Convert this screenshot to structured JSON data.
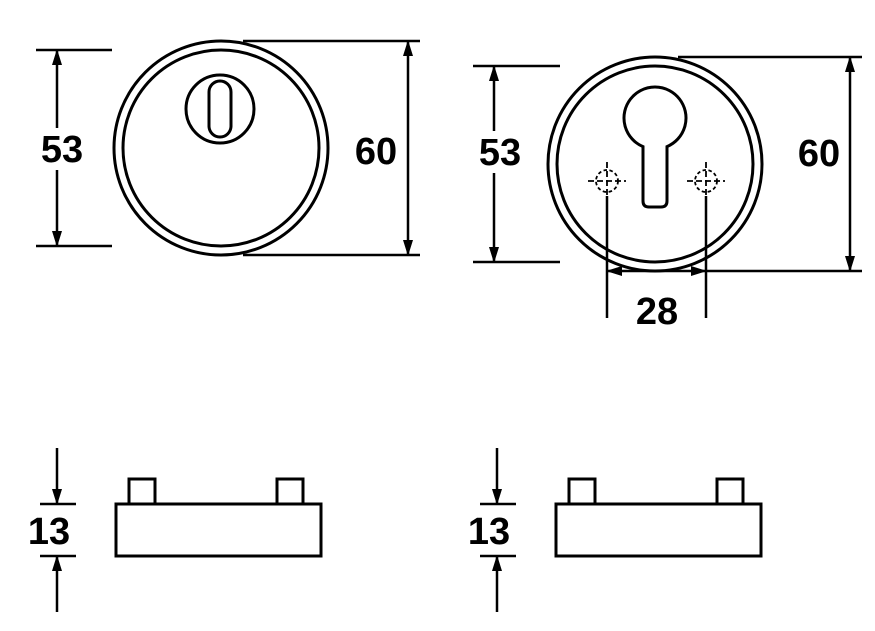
{
  "colors": {
    "line": "#000000",
    "background": "#ffffff"
  },
  "drawing": {
    "views": {
      "front_left": {
        "inner_diameter": "53",
        "outer_diameter": "60"
      },
      "front_right": {
        "inner_diameter": "53",
        "outer_diameter": "60",
        "screw_spacing": "28"
      },
      "side_left": {
        "thickness": "13"
      },
      "side_right": {
        "thickness": "13"
      }
    }
  }
}
